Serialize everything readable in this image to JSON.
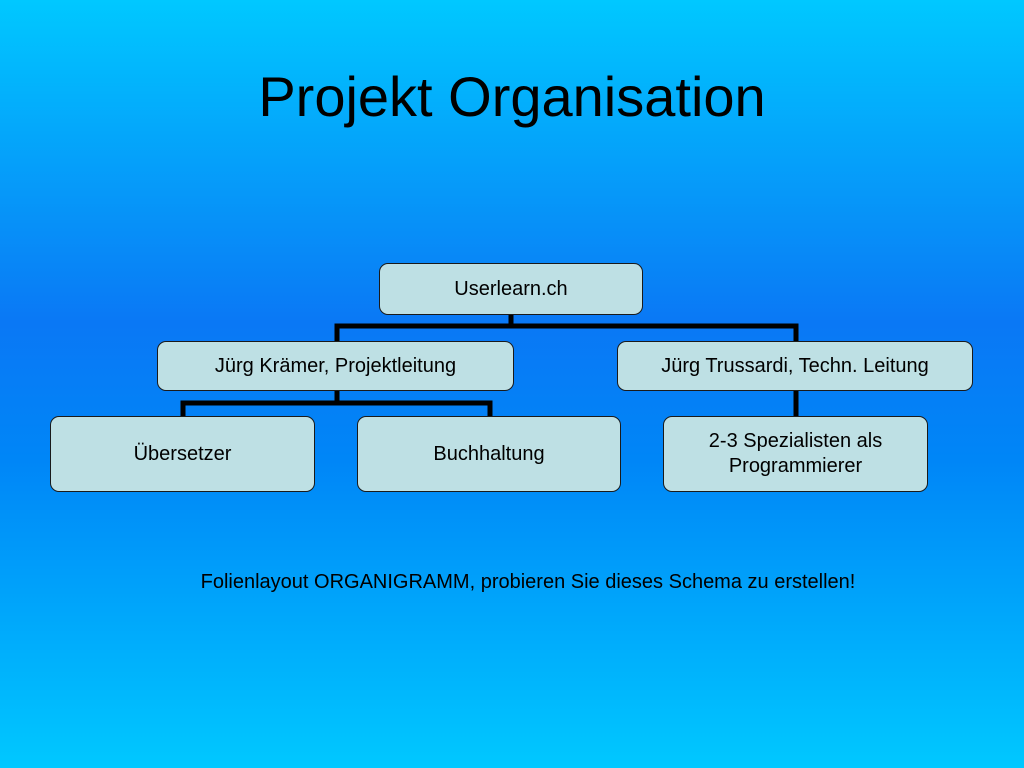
{
  "slide": {
    "title": "Projekt Organisation",
    "note": "Folienlayout ORGANIGRAMM, probieren Sie dieses Schema zu erstellen!"
  },
  "org_chart": {
    "root": "Userlearn.ch",
    "level1": [
      "Jürg Krämer, Projektleitung",
      "Jürg Trussardi, Techn. Leitung"
    ],
    "level2_projektleitung": [
      "Übersetzer",
      "Buchhaltung"
    ],
    "level2_technik": [
      "2-3 Spezialisten als Programmierer"
    ]
  },
  "colors": {
    "box_fill": "#bee0e4",
    "connector": "#000000",
    "background_top": "#00c8ff",
    "background_middle": "#0a78f5"
  }
}
